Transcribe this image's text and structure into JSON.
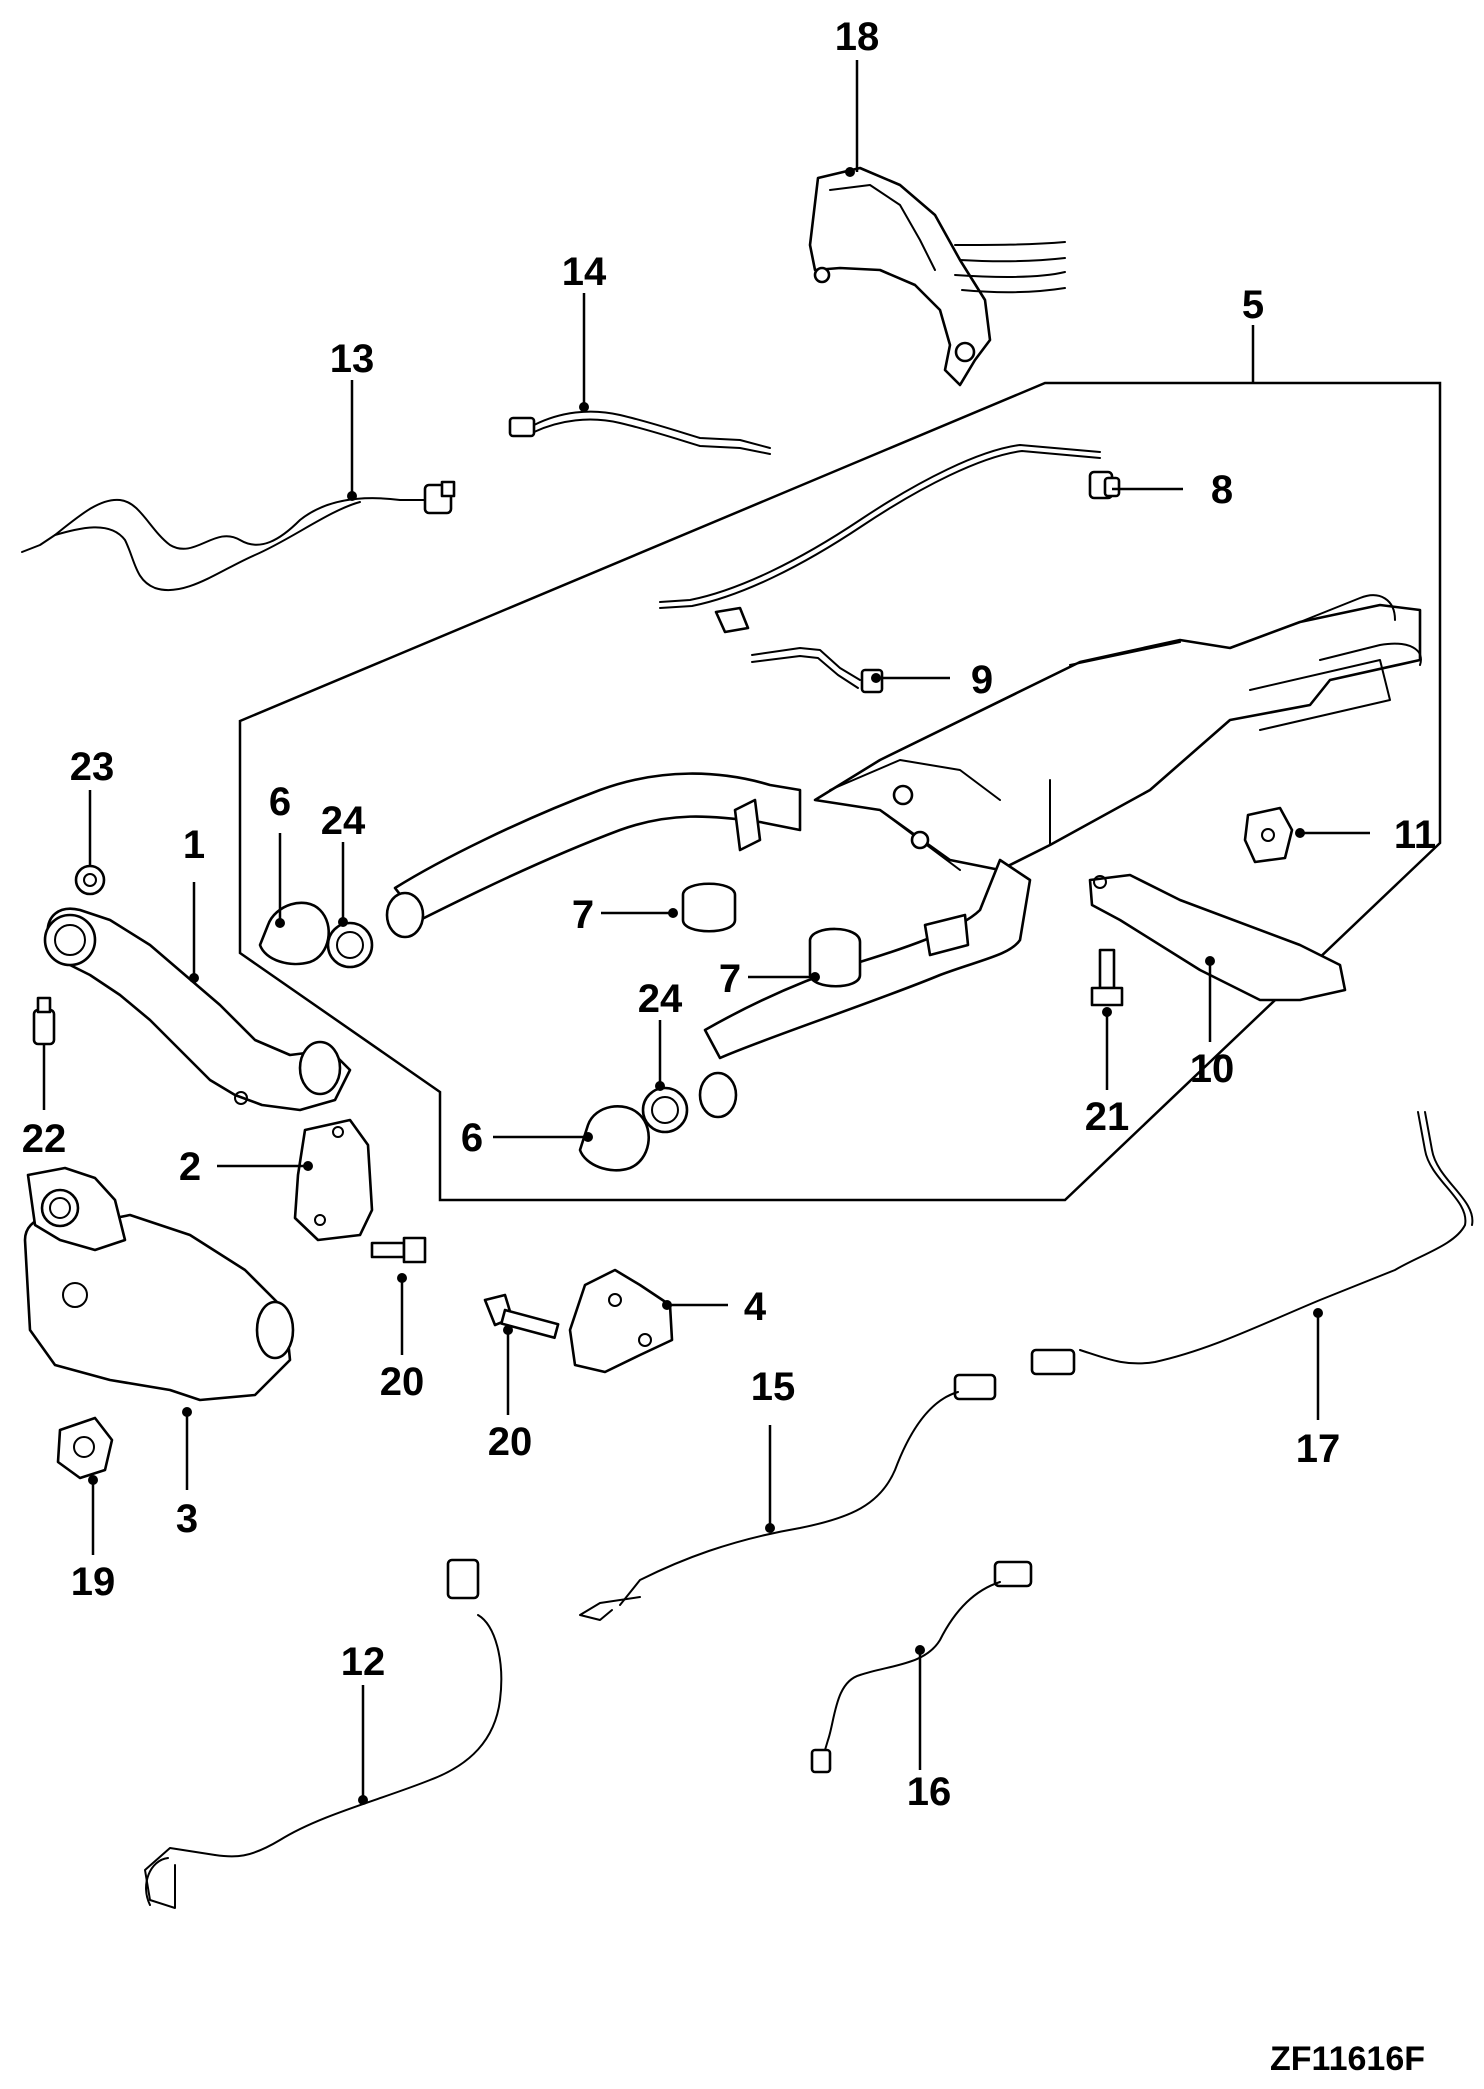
{
  "diagram": {
    "reference_code": "ZF11616F",
    "callouts": [
      {
        "id": "c1",
        "text": "1"
      },
      {
        "id": "c2",
        "text": "2"
      },
      {
        "id": "c3",
        "text": "3"
      },
      {
        "id": "c4",
        "text": "4"
      },
      {
        "id": "c5",
        "text": "5"
      },
      {
        "id": "c6a",
        "text": "6"
      },
      {
        "id": "c6b",
        "text": "6"
      },
      {
        "id": "c7a",
        "text": "7"
      },
      {
        "id": "c7b",
        "text": "7"
      },
      {
        "id": "c8",
        "text": "8"
      },
      {
        "id": "c9",
        "text": "9"
      },
      {
        "id": "c10",
        "text": "10"
      },
      {
        "id": "c11",
        "text": "11"
      },
      {
        "id": "c12",
        "text": "12"
      },
      {
        "id": "c13",
        "text": "13"
      },
      {
        "id": "c14",
        "text": "14"
      },
      {
        "id": "c15",
        "text": "15"
      },
      {
        "id": "c16",
        "text": "16"
      },
      {
        "id": "c17",
        "text": "17"
      },
      {
        "id": "c18",
        "text": "18"
      },
      {
        "id": "c19",
        "text": "19"
      },
      {
        "id": "c20a",
        "text": "20"
      },
      {
        "id": "c20b",
        "text": "20"
      },
      {
        "id": "c21",
        "text": "21"
      },
      {
        "id": "c22",
        "text": "22"
      },
      {
        "id": "c23",
        "text": "23"
      },
      {
        "id": "c24a",
        "text": "24"
      },
      {
        "id": "c24b",
        "text": "24"
      }
    ]
  }
}
